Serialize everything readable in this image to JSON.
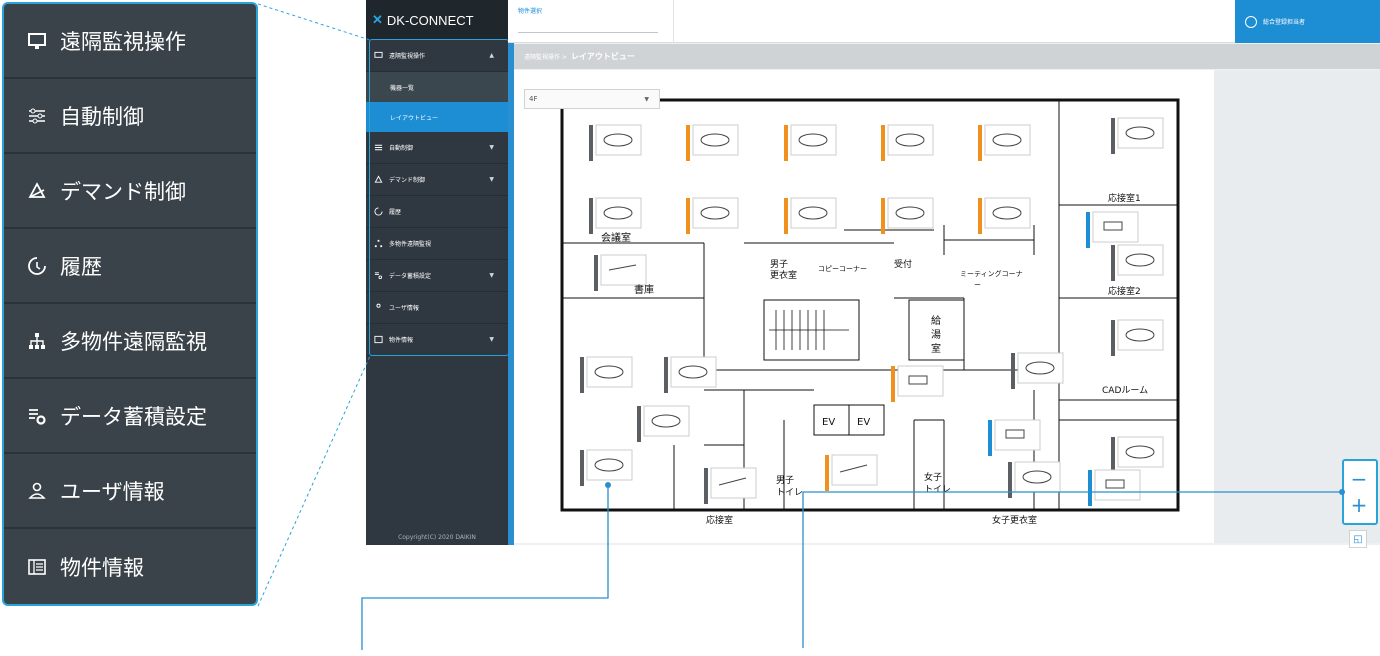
{
  "callout_menu": [
    {
      "label": "遠隔監視操作",
      "icon": "monitor-icon"
    },
    {
      "label": "自動制御",
      "icon": "sliders-icon"
    },
    {
      "label": "デマンド制御",
      "icon": "demand-icon"
    },
    {
      "label": "履歴",
      "icon": "history-icon"
    },
    {
      "label": "多物件遠隔監視",
      "icon": "hierarchy-icon"
    },
    {
      "label": "データ蓄積設定",
      "icon": "data-settings-icon"
    },
    {
      "label": "ユーザ情報",
      "icon": "user-icon"
    },
    {
      "label": "物件情報",
      "icon": "building-info-icon"
    }
  ],
  "app": {
    "brand": "DK-CONNECT",
    "property_select_label": "物件選択",
    "user_name": "総合登録担当者",
    "breadcrumb_parent": "遠隔監視操作 >",
    "breadcrumb_current": "レイアウトビュー",
    "floor": "4F",
    "copyright": "Copyright(C) 2020 DAIKIN",
    "nav": {
      "remote": "遠隔監視操作",
      "device_list": "機器一覧",
      "layout_view": "レイアウトビュー",
      "auto": "自動制御",
      "demand": "デマンド制御",
      "history": "履歴",
      "multi": "多物件遠隔監視",
      "data": "データ蓄積設定",
      "user": "ユーザ情報",
      "property": "物件情報"
    }
  },
  "floorplan": {
    "rooms": {
      "meeting": "会議室",
      "storage": "書庫",
      "locker_m": "男子\n更衣室",
      "copy": "コピーコーナー",
      "reception": "受付",
      "meeting_corner": "ミーティングコーナ\nー",
      "reception1": "応接室1",
      "reception2": "応接室2",
      "kitchen": "給\n湯\n室",
      "cad": "CADルーム",
      "ev1": "EV",
      "ev2": "EV",
      "toilet_m": "男子\nトイレ",
      "toilet_f": "女子\nトイレ",
      "reception_bottom": "応接室",
      "locker_f": "女子更衣室"
    }
  },
  "zoom": {
    "minus": "−",
    "plus": "+",
    "fit": "◱"
  },
  "colors": {
    "accent": "#2aa3d8",
    "unit_orange": "#f0901e",
    "unit_gray": "#5b5f63",
    "unit_blue": "#1d8ed4"
  }
}
